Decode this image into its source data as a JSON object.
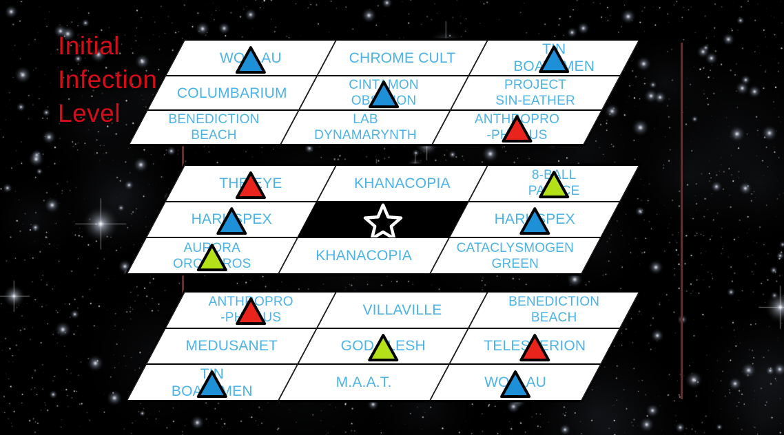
{
  "title": {
    "line1": "Initial",
    "line2": "Infection",
    "line3": "Level"
  },
  "colors": {
    "title": "#d40d18",
    "label": "#4bb3e8",
    "marker_blue": "#1e90d8",
    "marker_red": "#e8241c",
    "marker_green": "#b4e01a",
    "cell_fill": "#ffffff",
    "cell_border": "#000000",
    "connector": "#5b3030",
    "background": "#000000"
  },
  "board": {
    "layers": [
      {
        "name": "top-layer",
        "cells": [
          {
            "label": "WOLLAU",
            "marker": "blue"
          },
          {
            "label": "CHROME CULT",
            "marker": null
          },
          {
            "label": "TIN\nBOATSMEN",
            "marker": "blue"
          },
          {
            "label": "COLUMBARIUM",
            "marker": null
          },
          {
            "label": "CINTAMON\nOBSIDION",
            "marker": "blue"
          },
          {
            "label": "PROJECT\nSIN-EATHER",
            "marker": null
          },
          {
            "label": "BENEDICTION\nBEACH",
            "marker": null
          },
          {
            "label": "LAB\nDYNAMARYNTH",
            "marker": null
          },
          {
            "label": "ANTHROPRO\n-PHAGUS",
            "marker": "red"
          }
        ]
      },
      {
        "name": "middle-layer",
        "cells": [
          {
            "label": "THE EYE",
            "marker": "red"
          },
          {
            "label": "KHANACOPIA",
            "marker": null
          },
          {
            "label": "8-BALL\nPALACE",
            "marker": "green"
          },
          {
            "label": "HARUSPEX",
            "marker": "blue"
          },
          {
            "label": "",
            "marker": "star",
            "dark": true
          },
          {
            "label": "HARUSPEX",
            "marker": "blue"
          },
          {
            "label": "AURORA\nOROBOROS",
            "marker": "green"
          },
          {
            "label": "KHANACOPIA",
            "marker": null
          },
          {
            "label": "CATACLYSMOGEN\nGREEN",
            "marker": null
          }
        ]
      },
      {
        "name": "bottom-layer",
        "cells": [
          {
            "label": "ANTHROPRO\n-PHAGUS",
            "marker": "red"
          },
          {
            "label": "VILLAVILLE",
            "marker": null
          },
          {
            "label": "BENEDICTION\nBEACH",
            "marker": null
          },
          {
            "label": "MEDUSANET",
            "marker": null
          },
          {
            "label": "GOD FLESH",
            "marker": "green"
          },
          {
            "label": "TELESTERION",
            "marker": "red"
          },
          {
            "label": "TIN\nBOATSMEN",
            "marker": "blue"
          },
          {
            "label": "M.A.A.T.",
            "marker": null
          },
          {
            "label": "WOLLAU",
            "marker": "blue"
          }
        ]
      }
    ]
  }
}
